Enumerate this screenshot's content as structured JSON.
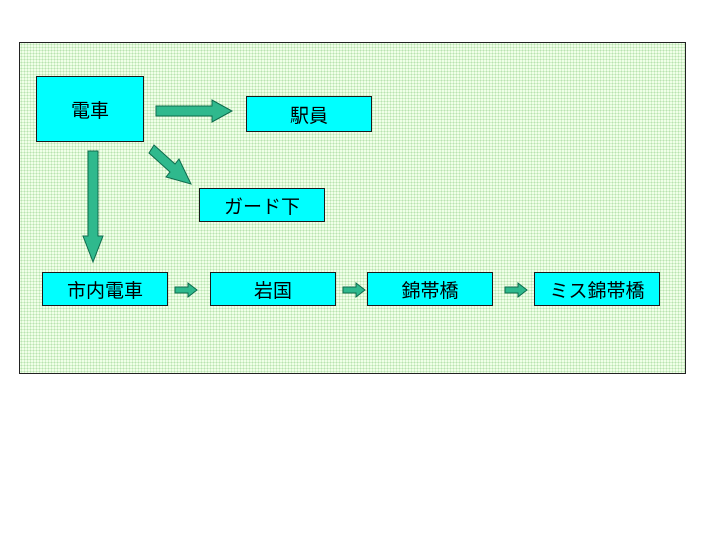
{
  "nodes": {
    "densha": "電車",
    "ekiin": "駅員",
    "gado_shita": "ガード下",
    "shinai_densha": "市内電車",
    "iwakuni": "岩国",
    "kintaikyo": "錦帯橋",
    "miss_kintaikyo": "ミス錦帯橋"
  },
  "colors": {
    "node_fill": "#00ffff",
    "arrow_fill": "#2fb98d",
    "panel_bg": "#f0ffe8"
  }
}
